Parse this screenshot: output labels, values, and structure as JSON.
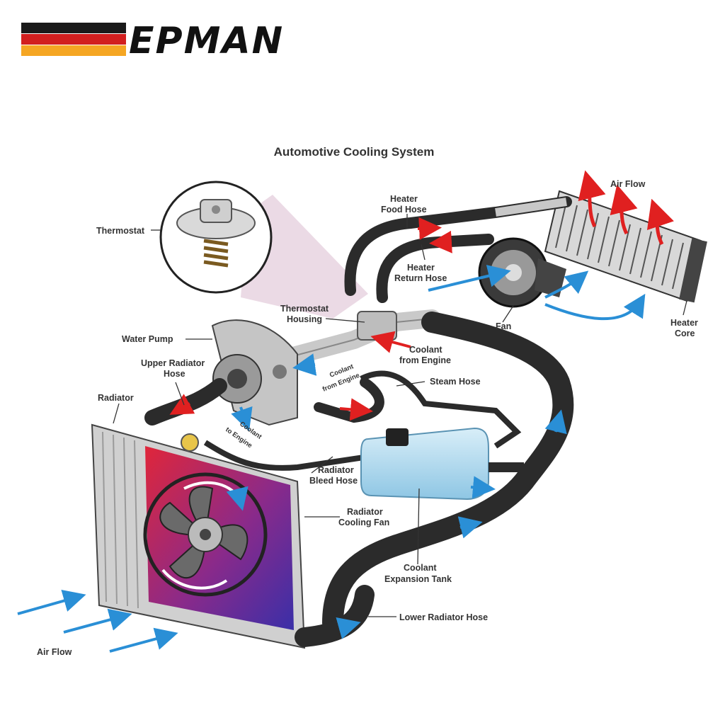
{
  "brand": {
    "name": "EPMAN",
    "colors": {
      "black": "#1a1a1a",
      "red": "#d21f1f",
      "orange": "#f5a623"
    }
  },
  "diagram": {
    "title": "Automotive Cooling System",
    "labels": {
      "thermostat": "Thermostat",
      "water_pump": "Water Pump",
      "upper_radiator_hose_1": "Upper Radiator",
      "upper_radiator_hose_2": "Hose",
      "radiator": "Radiator",
      "thermostat_housing_1": "Thermostat",
      "thermostat_housing_2": "Housing",
      "heater_food_hose_1": "Heater",
      "heater_food_hose_2": "Food Hose",
      "heater_return_hose_1": "Heater",
      "heater_return_hose_2": "Return Hose",
      "air_flow_top": "Air Flow",
      "fan": "Fan",
      "heater_core_1": "Heater",
      "heater_core_2": "Core",
      "coolant_from_engine_1": "Coolant",
      "coolant_from_engine_2": "from Engine",
      "coolant_from_engine_small_1": "Coolant",
      "coolant_from_engine_small_2": "from Engine",
      "coolant_to_engine_1": "Coolant",
      "coolant_to_engine_2": "to Engine",
      "steam_hose": "Steam Hose",
      "radiator_bleed_hose_1": "Radiator",
      "radiator_bleed_hose_2": "Bleed Hose",
      "radiator_cooling_fan_1": "Radiator",
      "radiator_cooling_fan_2": "Cooling Fan",
      "coolant_expansion_tank_1": "Coolant",
      "coolant_expansion_tank_2": "Expansion Tank",
      "lower_radiator_hose": "Lower Radiator Hose",
      "air_flow_bottom": "Air Flow"
    },
    "colors": {
      "hose": "#2b2b2b",
      "hot_arrow": "#e02020",
      "cool_arrow": "#2a8fd6",
      "tank": "#9fd0ea",
      "radiator_hot": "#e0263a",
      "radiator_cold": "#3a2fa8",
      "highlight_cone": "#e8d3e0"
    }
  }
}
